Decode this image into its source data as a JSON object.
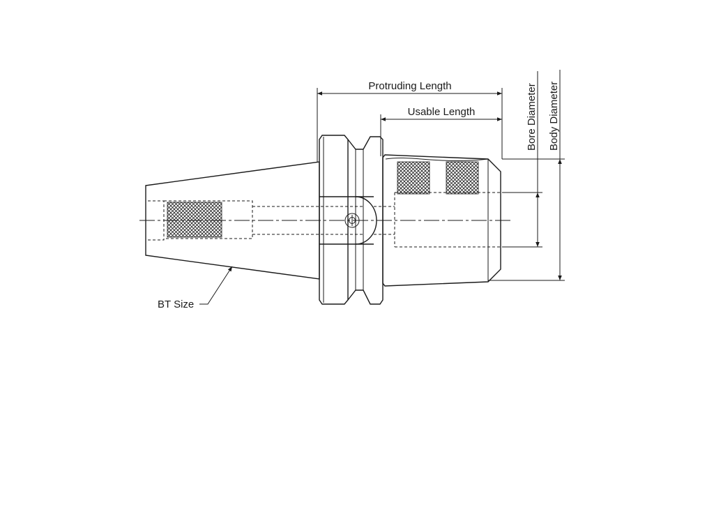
{
  "labels": {
    "protruding_length": "Protruding Length",
    "usable_length": "Usable Length",
    "bore_diameter": "Bore Diameter",
    "body_diameter": "Body Diameter",
    "bt_size": "BT Size"
  },
  "colors": {
    "line": "#1a1a1a",
    "background": "#ffffff"
  }
}
